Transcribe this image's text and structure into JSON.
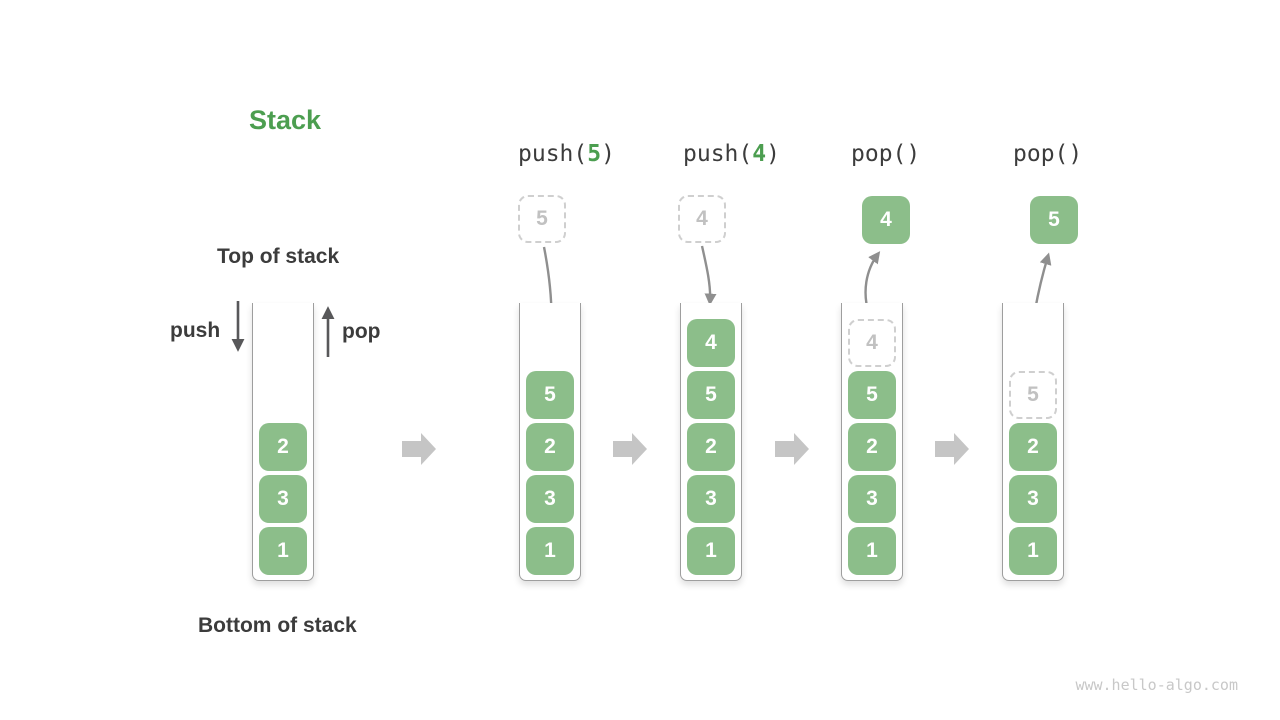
{
  "title": "Stack",
  "labels": {
    "top": "Top of stack",
    "bottom": "Bottom of stack",
    "push": "push",
    "pop": "pop"
  },
  "watermark": "www.hello-algo.com",
  "colors": {
    "box_green": "#8CBE8A",
    "accent_green": "#4C9E50",
    "text_dark": "#3C3C3C",
    "arrow_mid": "#8F8F8F",
    "arrow_dark": "#58585A",
    "block_arrow": "#C5C5C5",
    "dashed_border": "#CFCFCF",
    "dashed_text": "#C1C1C1",
    "wall_gray": "#9E9E9E",
    "watermark_gray": "#C8C8C8"
  },
  "columns": [
    {
      "name": "initial",
      "stack": [
        "2",
        "3",
        "1"
      ]
    },
    {
      "name": "after-push-5",
      "op": {
        "pre": "push(",
        "arg": "5",
        "post": ")"
      },
      "float": "5",
      "stack": [
        "5",
        "2",
        "3",
        "1"
      ]
    },
    {
      "name": "after-push-4",
      "op": {
        "pre": "push(",
        "arg": "4",
        "post": ")"
      },
      "float": "4",
      "stack": [
        "4",
        "5",
        "2",
        "3",
        "1"
      ]
    },
    {
      "name": "after-pop-1",
      "op": {
        "pre": "pop()",
        "arg": "",
        "post": ""
      },
      "float": "4",
      "stack": [
        "4",
        "5",
        "2",
        "3",
        "1"
      ]
    },
    {
      "name": "after-pop-2",
      "op": {
        "pre": "pop()",
        "arg": "",
        "post": ""
      },
      "float": "5",
      "stack": [
        "5",
        "2",
        "3",
        "1"
      ]
    }
  ]
}
